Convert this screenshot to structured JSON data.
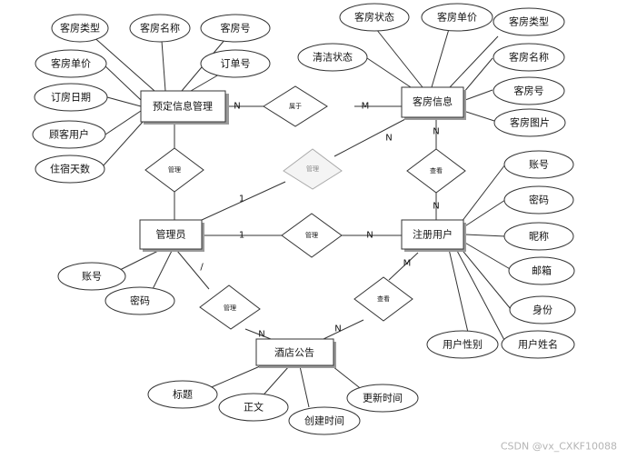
{
  "entities": {
    "booking": "预定信息管理",
    "room": "客房信息",
    "admin": "管理员",
    "user": "注册用户",
    "notice": "酒店公告"
  },
  "relations": {
    "belongs": "属于",
    "manage_booking": "管理",
    "manage_room": "管理",
    "manage_user": "管理",
    "manage_notice": "管理",
    "view_room": "查看",
    "view_notice": "查看"
  },
  "attributes": {
    "booking": [
      "客房类型",
      "客房名称",
      "客房号",
      "订单号",
      "客房单价",
      "订房日期",
      "顾客用户",
      "住宿天数"
    ],
    "room": [
      "客房状态",
      "客房单价",
      "客房类型",
      "清洁状态",
      "客房名称",
      "客房号",
      "客房图片"
    ],
    "user": [
      "账号",
      "密码",
      "昵称",
      "邮箱",
      "身份",
      "用户姓名",
      "用户性别"
    ],
    "admin": [
      "账号",
      "密码"
    ],
    "notice": [
      "标题",
      "正文",
      "创建时间",
      "更新时间"
    ]
  },
  "cardinality": {
    "booking_belongs": "N",
    "belongs_room": "M",
    "admin_booking": "",
    "admin_room": "1",
    "room_from_admin": "N",
    "room_view": "N",
    "view_user": "N",
    "admin_user": "1",
    "user_from_admin": "N",
    "admin_notice": "/",
    "notice_from_admin": "N",
    "notice_from_user": "N",
    "user_view_notice": "M"
  },
  "watermark": "CSDN @vx_CXKF10088"
}
